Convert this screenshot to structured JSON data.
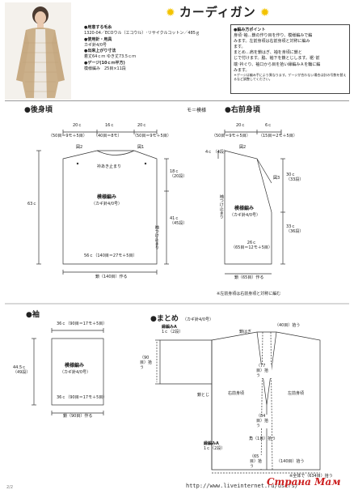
{
  "title": "カーディガン",
  "colors": {
    "title_accent": "#f3c300",
    "points_border": "#444444",
    "watermark_red": "#cc1f1f"
  },
  "materials": {
    "header": "●用意する毛糸",
    "yarn": "1320-04／ECOウル（エコウル）･リサイクルコットン／485ｇ",
    "tools_header": "●使用針・用具",
    "tools": "カギ針4/0号",
    "finished_header": "●出来上がり寸法",
    "finished": "着丈64ｃｍ ゆき丈73.5ｃｍ",
    "gauge_header": "●ゲージ(10ｃｍ平方)",
    "gauge": "模様編み　25目×11段"
  },
  "points": {
    "header": "●編み方ポイント",
    "lines": [
      "身頃･袖…鎖の作り目を作り、模様編みで編",
      "みます。左前身頃は右前身頃と対称に編み",
      "ます。",
      "まとめ…肩を鎖はぎ、袖を身頃に鎖と",
      "じで付けます。脇、袖下を鎖とじします。裾･前",
      "端･衿ぐり、袖口から目を拾い縁編みＡを輪に編",
      "みます。"
    ],
    "note": "＊ゲージは編み手により異なります。ゲージが合わない場合は針の号数を替えるなど調整してください。"
  },
  "legend": "モ＝模様",
  "back": {
    "header": "●後身頃",
    "top_dims": [
      {
        "cm": "20ｃ",
        "sts": "（50目＝9モ＋5目）"
      },
      {
        "cm": "16ｃ",
        "sts": "（40目＝8モ）"
      },
      {
        "cm": "20ｃ",
        "sts": "（50目＝9モ＋5目）"
      }
    ],
    "fig2": "図2",
    "fig1": "図1",
    "neck_label": "衿あき止まり",
    "pattern": "模様編み",
    "needle": "（カギ針4/0号）",
    "height": "63ｃ",
    "side_a": "18ｃ",
    "side_a_rows": "（20段）",
    "side_b": "41ｃ",
    "side_b_rows": "（45段）",
    "armhole": "袖つけ止まり",
    "bottom": "56ｃ（140目＝27モ＋5目）",
    "chain": "鎖（140目）作る"
  },
  "right_front": {
    "header": "●右前身頃",
    "top_dims": [
      {
        "cm": "20ｃ",
        "sts": "（50目＝9モ＋5目）"
      },
      {
        "cm": "6ｃ",
        "sts": "（15目＝2モ＋5目）"
      }
    ],
    "shoulder": "4ｃ",
    "shoulder_rows": "（4段）",
    "fig2": "図2",
    "fig3": "図3",
    "side_a": "30ｃ",
    "side_a_rows": "（33段）",
    "side_b": "33ｃ",
    "side_b_rows": "（36段）",
    "armhole": "袖つけ止まり",
    "pattern": "模様編み",
    "needle": "（カギ針4/0号）",
    "bottom": "26ｃ",
    "bottom_sts": "（65目＝12モ＋5目）",
    "chain": "鎖（65目）作る",
    "note": "※左前身頃は右前身頃と対称に編む"
  },
  "sleeve": {
    "header": "●袖",
    "top": "36ｃ（90目＝17モ＋5目）",
    "height": "44.5ｃ",
    "height_rows": "（49段）",
    "pattern": "模様編み",
    "needle": "（カギ針4/0号）",
    "bottom": "36ｃ（90目＝17モ＋5目）",
    "chain": "鎖（90目）作る"
  },
  "finishing": {
    "header": "●まとめ",
    "needle": "（カギ針4/0号）",
    "edge_a": "縁編みA",
    "edge_a_w": "1ｃ（2段）",
    "chain_join": "鎖はぎ",
    "pick_40": "（40目）拾う",
    "pick_90": "（90目）拾う",
    "pick_77": "（77目）拾う",
    "right_front": "右前身頃",
    "left_front": "左前身頃",
    "chain_close": "鎖とじ",
    "pick_84": "（84目）拾う",
    "corner": "角（1目）拾う",
    "edge_b": "縁編みA",
    "edge_b_w": "1ｃ（2段）",
    "pick_65": "（65目）拾う",
    "pick_140": "（140目）拾う",
    "total": "※全体で（634目）拾う"
  },
  "footer": {
    "url": "http://www.liveinternet.ru/users/",
    "watermark": "Страна Мам",
    "page_mark": "2/2"
  }
}
